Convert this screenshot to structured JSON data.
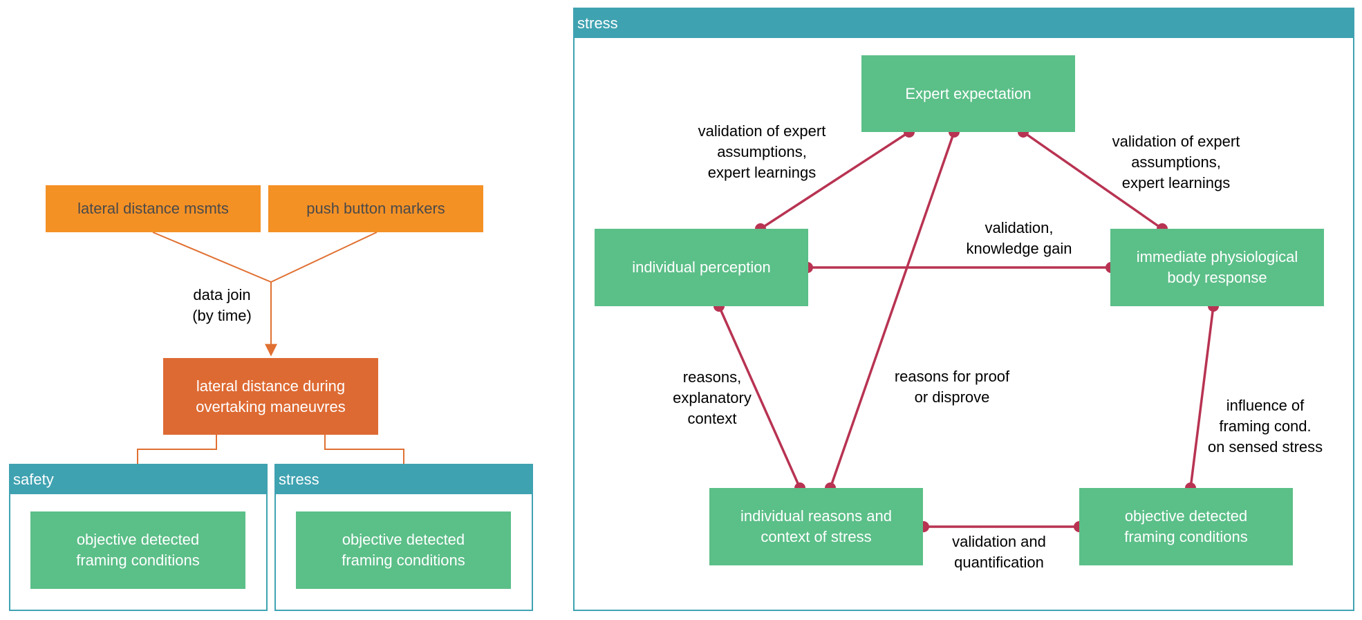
{
  "colors": {
    "teal": "#3fa2b1",
    "green": "#5bbf88",
    "orange": "#f49125",
    "dark_orange": "#dd6a33",
    "orange_line": "#e07032",
    "red_line": "#b83352"
  },
  "left": {
    "source_1": "lateral distance msmts",
    "source_2": "push button markers",
    "join_label": [
      "data join",
      "(by time)"
    ],
    "merged": [
      "lateral distance during",
      "overtaking maneuvres"
    ],
    "panel_safety": {
      "title": "safety",
      "box": [
        "objective detected",
        "framing conditions"
      ]
    },
    "panel_stress": {
      "title": "stress",
      "box": [
        "objective detected",
        "framing conditions"
      ]
    }
  },
  "right": {
    "title": "stress",
    "nodes": {
      "expert": "Expert expectation",
      "perception": "individual perception",
      "physio": [
        "immediate physiological",
        "body response"
      ],
      "reasons": [
        "individual reasons and",
        "context of stress"
      ],
      "framing": [
        "objective detected",
        "framing conditions"
      ]
    },
    "edges": {
      "expert_perception": [
        "validation of expert",
        "assumptions,",
        "expert learnings"
      ],
      "expert_physio": [
        "validation of expert",
        "assumptions,",
        "expert learnings"
      ],
      "perception_physio": [
        "validation,",
        "knowledge gain"
      ],
      "perception_reasons": [
        "reasons,",
        "explanatory",
        "context"
      ],
      "expert_reasons": [
        "reasons for proof",
        "or disprove"
      ],
      "physio_framing": [
        "influence of",
        "framing cond.",
        "on sensed stress"
      ],
      "reasons_framing": [
        "validation and",
        "quantification"
      ]
    }
  }
}
